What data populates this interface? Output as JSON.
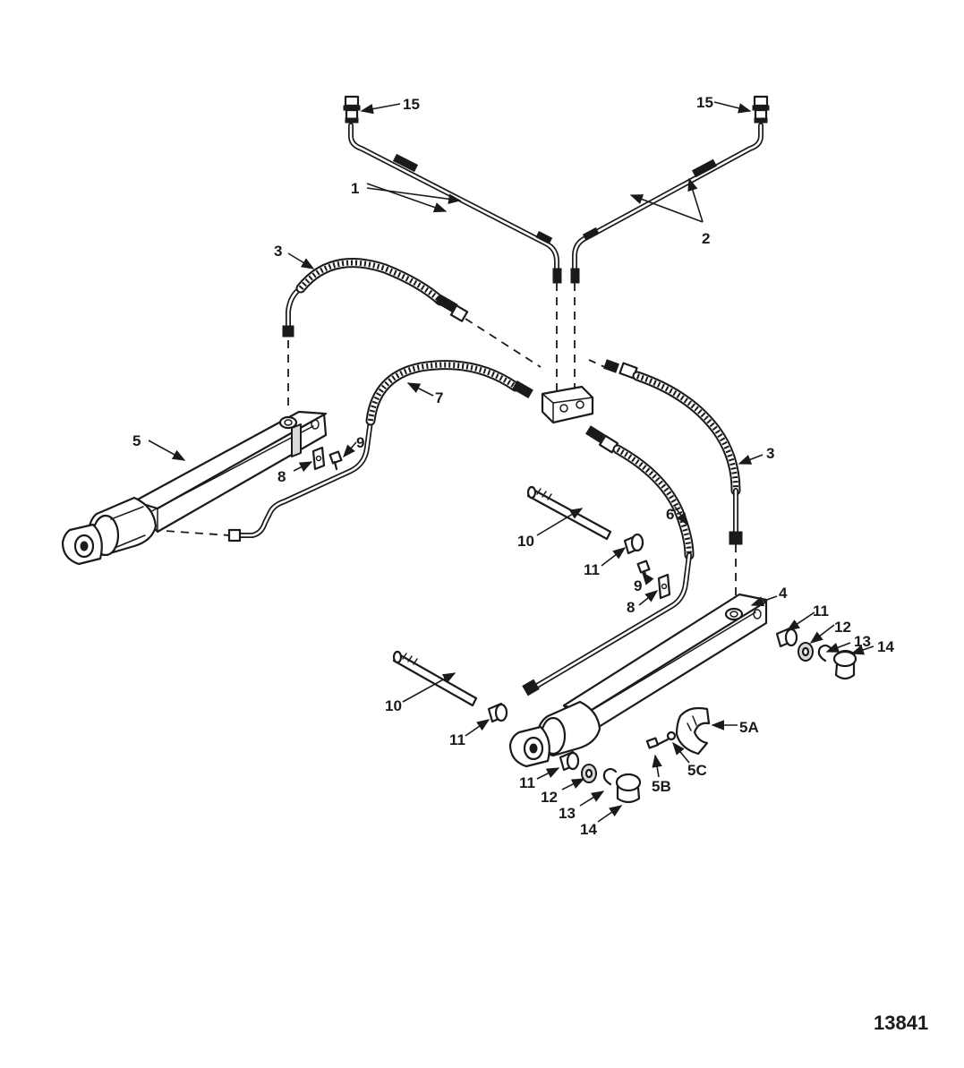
{
  "labels": {
    "l1": "1",
    "l2": "2",
    "l3a": "3",
    "l3b": "3",
    "l4": "4",
    "l5": "5",
    "l5a": "5A",
    "l5b": "5B",
    "l5c": "5C",
    "l6": "6",
    "l7": "7",
    "l8a": "8",
    "l8b": "8",
    "l9a": "9",
    "l9b": "9",
    "l10a": "10",
    "l10b": "10",
    "l11a": "11",
    "l11b": "11",
    "l11c": "11",
    "l11d": "11",
    "l12a": "12",
    "l12b": "12",
    "l13a": "13",
    "l13b": "13",
    "l14a": "14",
    "l14b": "14",
    "l15a": "15",
    "l15b": "15"
  },
  "figure_number": "13841"
}
